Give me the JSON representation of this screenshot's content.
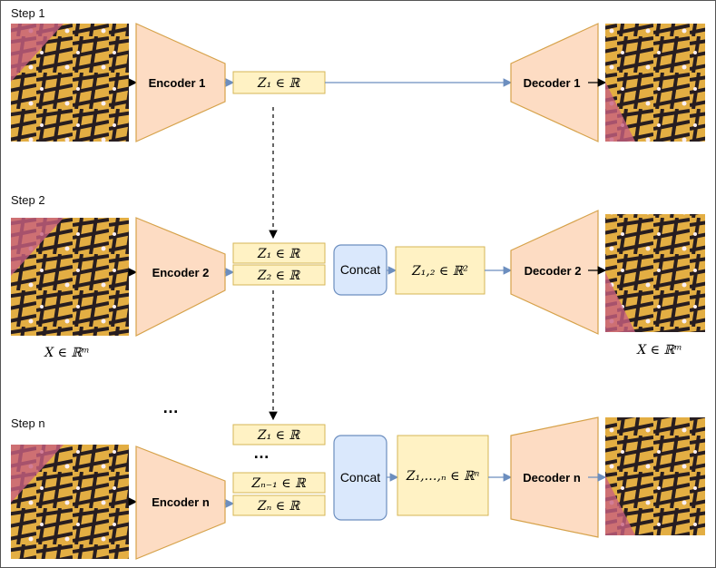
{
  "steps": {
    "step1": "Step 1",
    "step2": "Step 2",
    "stepn": "Step n"
  },
  "encoders": {
    "e1": "Encoder 1",
    "e2": "Encoder 2",
    "en": "Encoder n"
  },
  "decoders": {
    "d1": "Decoder 1",
    "d2": "Decoder 2",
    "dn": "Decoder n"
  },
  "latents": {
    "z1": "Z₁ ∈ ℝ",
    "z2": "Z₂ ∈ ℝ",
    "zn_minus_1": "Zₙ₋₁ ∈ ℝ",
    "zn": "Zₙ ∈ ℝ",
    "z12": "Z₁,₂ ∈ ℝ²",
    "z1n": "Z₁,…,ₙ ∈ ℝⁿ"
  },
  "concat_label": "Concat",
  "input_label": "X ∈ ℝᵐ",
  "output_label": "X ∈ ℝᵐ",
  "ellipsis": "…",
  "colors": {
    "trapezoid_fill": "#fddcc3",
    "trapezoid_stroke": "#d6a24a",
    "latent_fill": "#fff2c4",
    "latent_stroke": "#d6b656",
    "concat_fill": "#dae8fc",
    "concat_stroke": "#6c8ebf",
    "arrow": "#6c8ebf"
  }
}
